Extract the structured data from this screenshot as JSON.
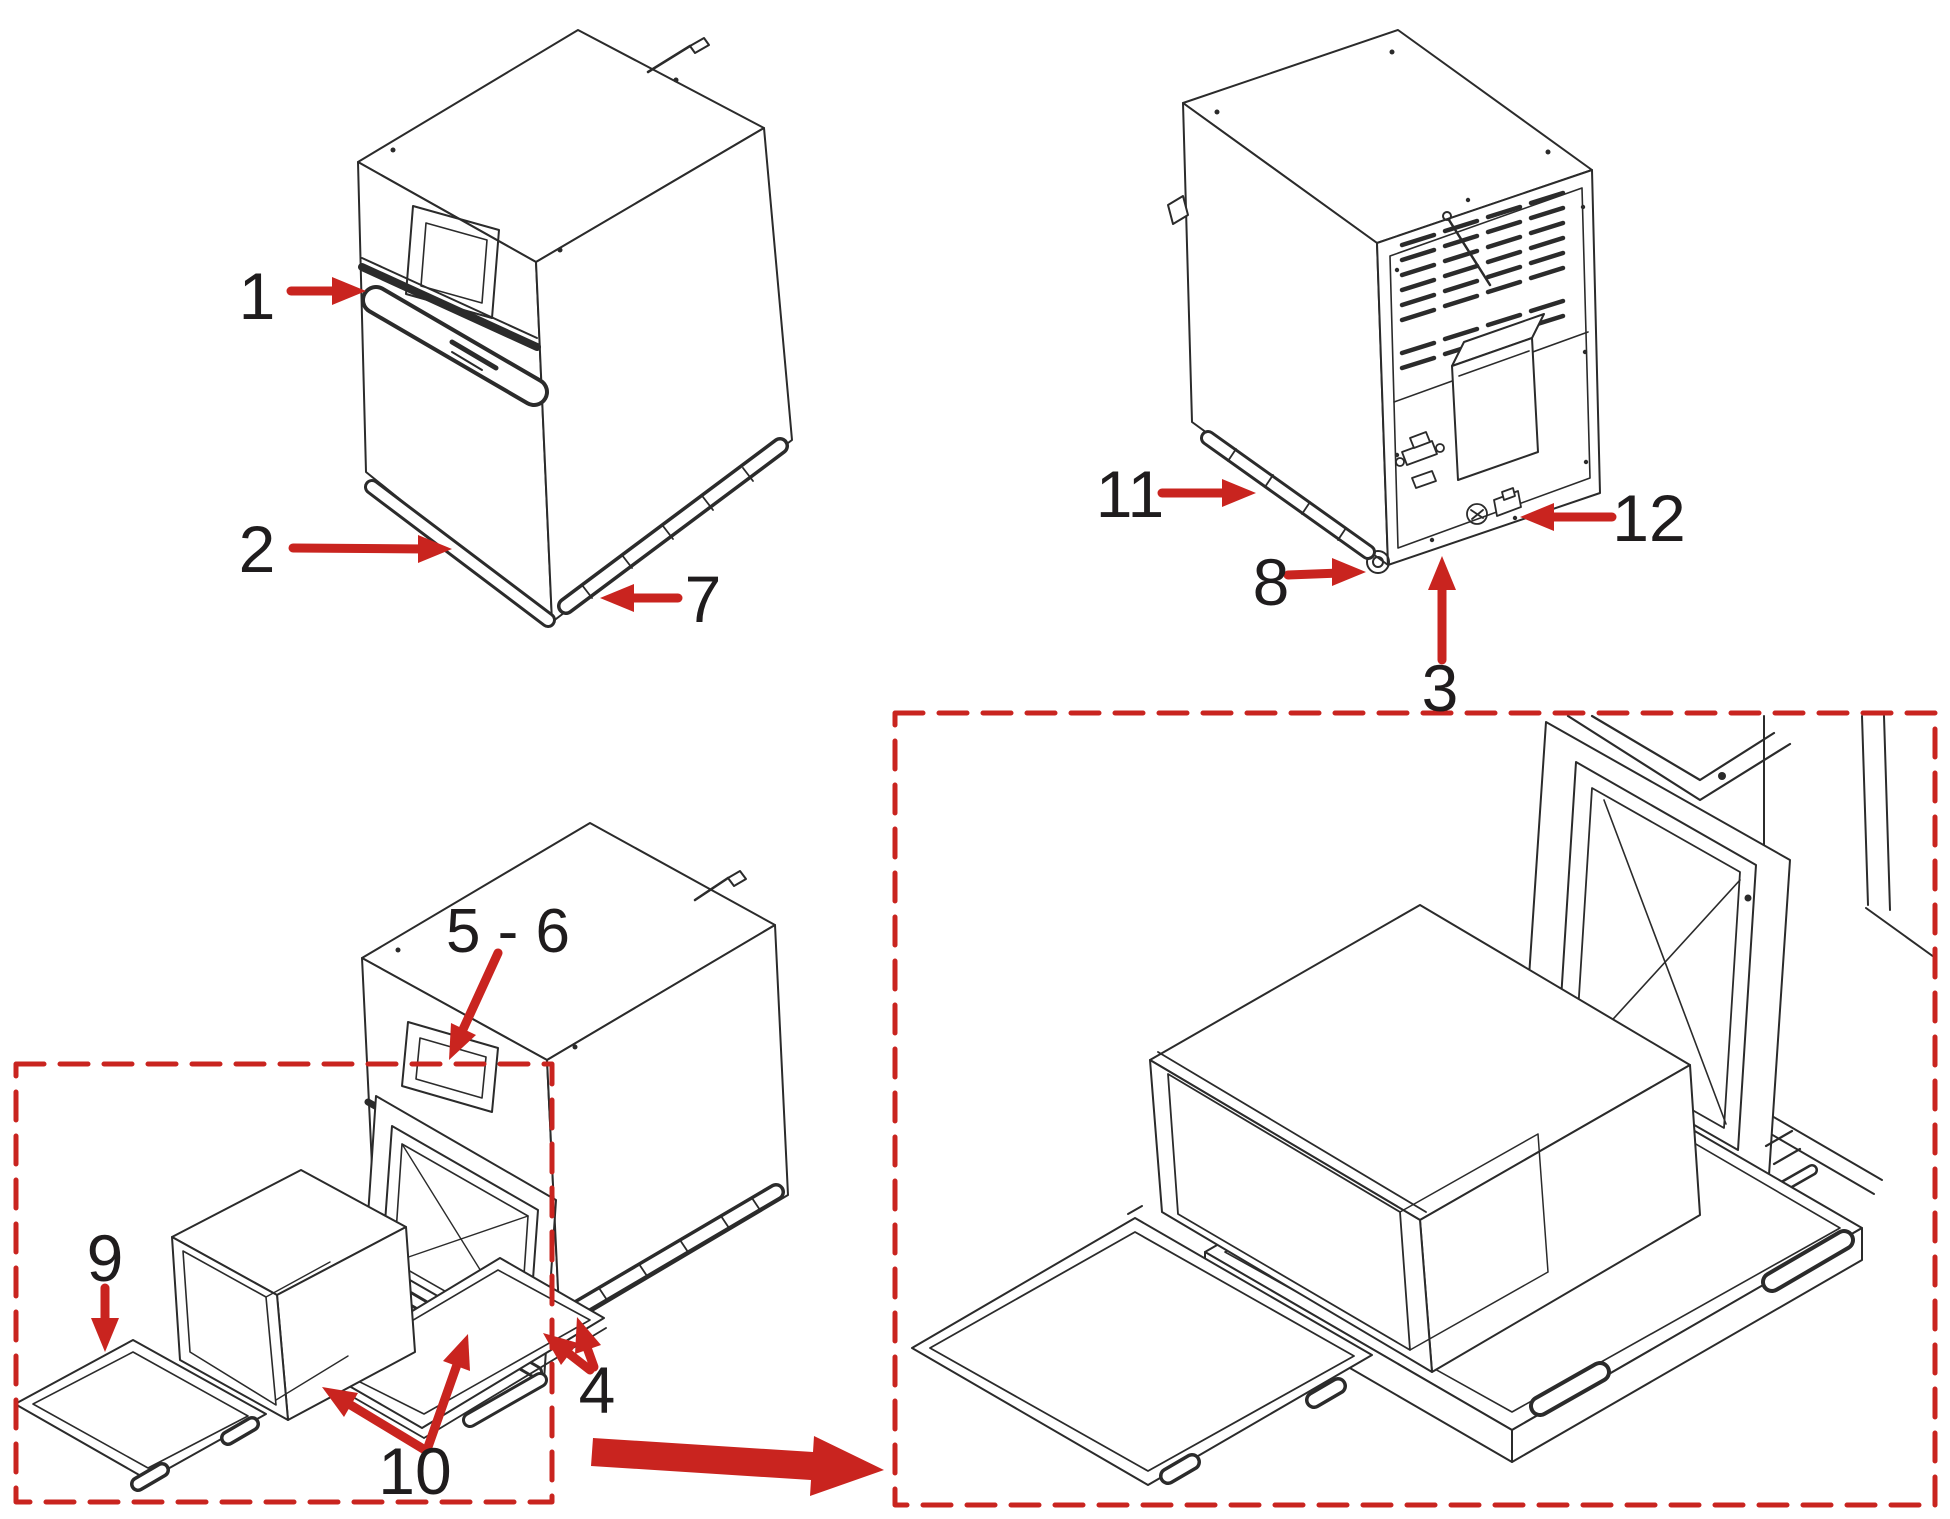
{
  "diagram": {
    "callouts": {
      "c1": "1",
      "c2": "2",
      "c3": "3",
      "c4": "4",
      "c56": "5 - 6",
      "c7": "7",
      "c8": "8",
      "c9": "9",
      "c10": "10",
      "c11": "11",
      "c12": "12"
    },
    "colors": {
      "accent_red": "#c9241f",
      "line": "#2b2b2b",
      "background": "#ffffff"
    }
  }
}
